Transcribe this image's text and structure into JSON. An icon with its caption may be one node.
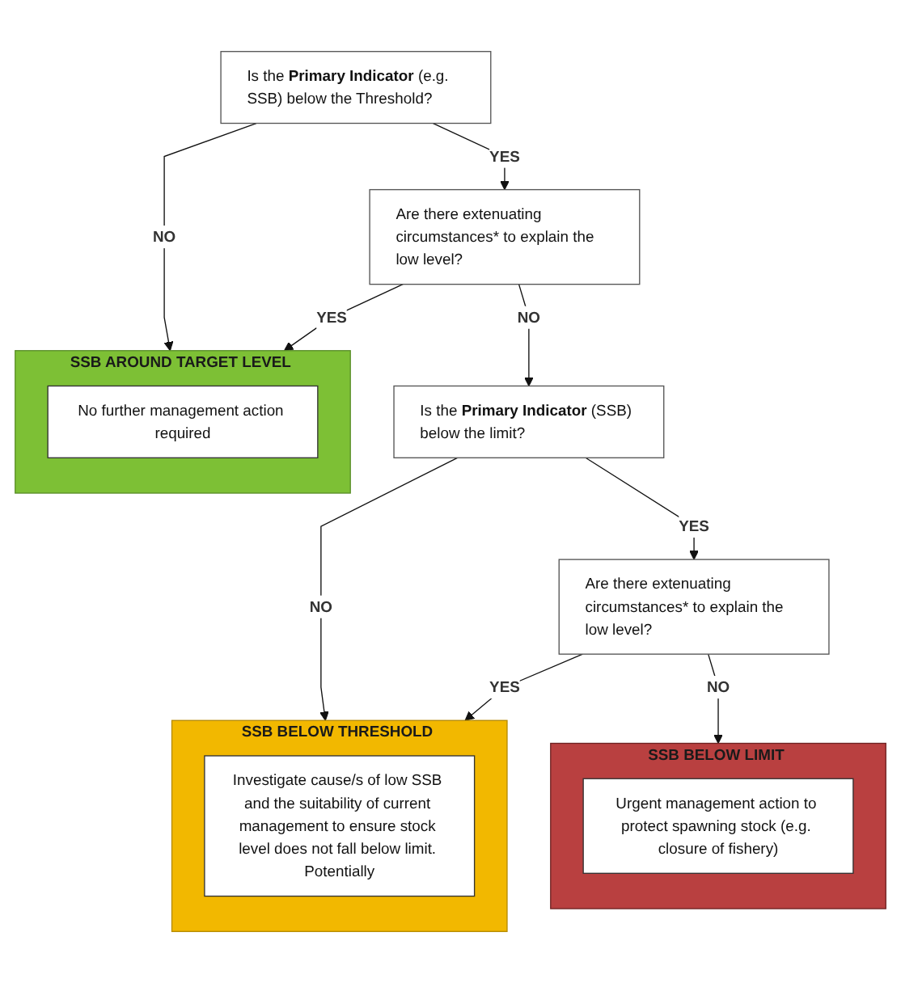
{
  "diagram": {
    "nodes": [
      {
        "text": [
          "Is the **Primary Indicator** (e.g. SSB) below the Threshold?"
        ]
      },
      {
        "text": [
          "SSB AROUND TARGET LEVEL"
        ]
      },
      {
        "text": [
          "No further management action required"
        ],
        "in": 1
      },
      {
        "text": [
          "Are there extenuating circumstances* to explain the low level?"
        ]
      },
      {
        "text": [
          "Is the **Primary Indicator** (SSB) below the limit?"
        ]
      },
      {
        "text": [
          "SSB BELOW THRESHOLD"
        ]
      },
      {
        "text": [
          "Investigate cause/s of low SSB and the suitability of current management to ensure stock level does not fall below limit. Potentially"
        ],
        "in": 5
      },
      {
        "text": [
          "Are there extenuating circumstances* to explain the low level?"
        ]
      },
      {
        "text": [
          "SSB BELOW LIMIT"
        ]
      },
      {
        "text": [
          "Urgent management action to protect spawning stock (e.g. closure of fishery)"
        ],
        "in": 8
      }
    ],
    "edges": [
      {
        "from": 0,
        "to": 1,
        "label": "NO",
        "arrow": "to"
      },
      {
        "from": 0,
        "to": 3,
        "label": "YES",
        "arrow": "to"
      },
      {
        "from": 3,
        "to": 1,
        "label": "YES",
        "arrow": "to"
      },
      {
        "from": 3,
        "to": 4,
        "label": "NO",
        "arrow": "to"
      },
      {
        "from": 4,
        "to": 5,
        "label": "NO",
        "arrow": "to"
      },
      {
        "from": 4,
        "to": 7,
        "label": "YES",
        "arrow": "to"
      },
      {
        "from": 7,
        "to": 5,
        "label": "YES",
        "arrow": "to"
      },
      {
        "from": 7,
        "to": 8,
        "label": "NO",
        "arrow": "to"
      }
    ]
  }
}
